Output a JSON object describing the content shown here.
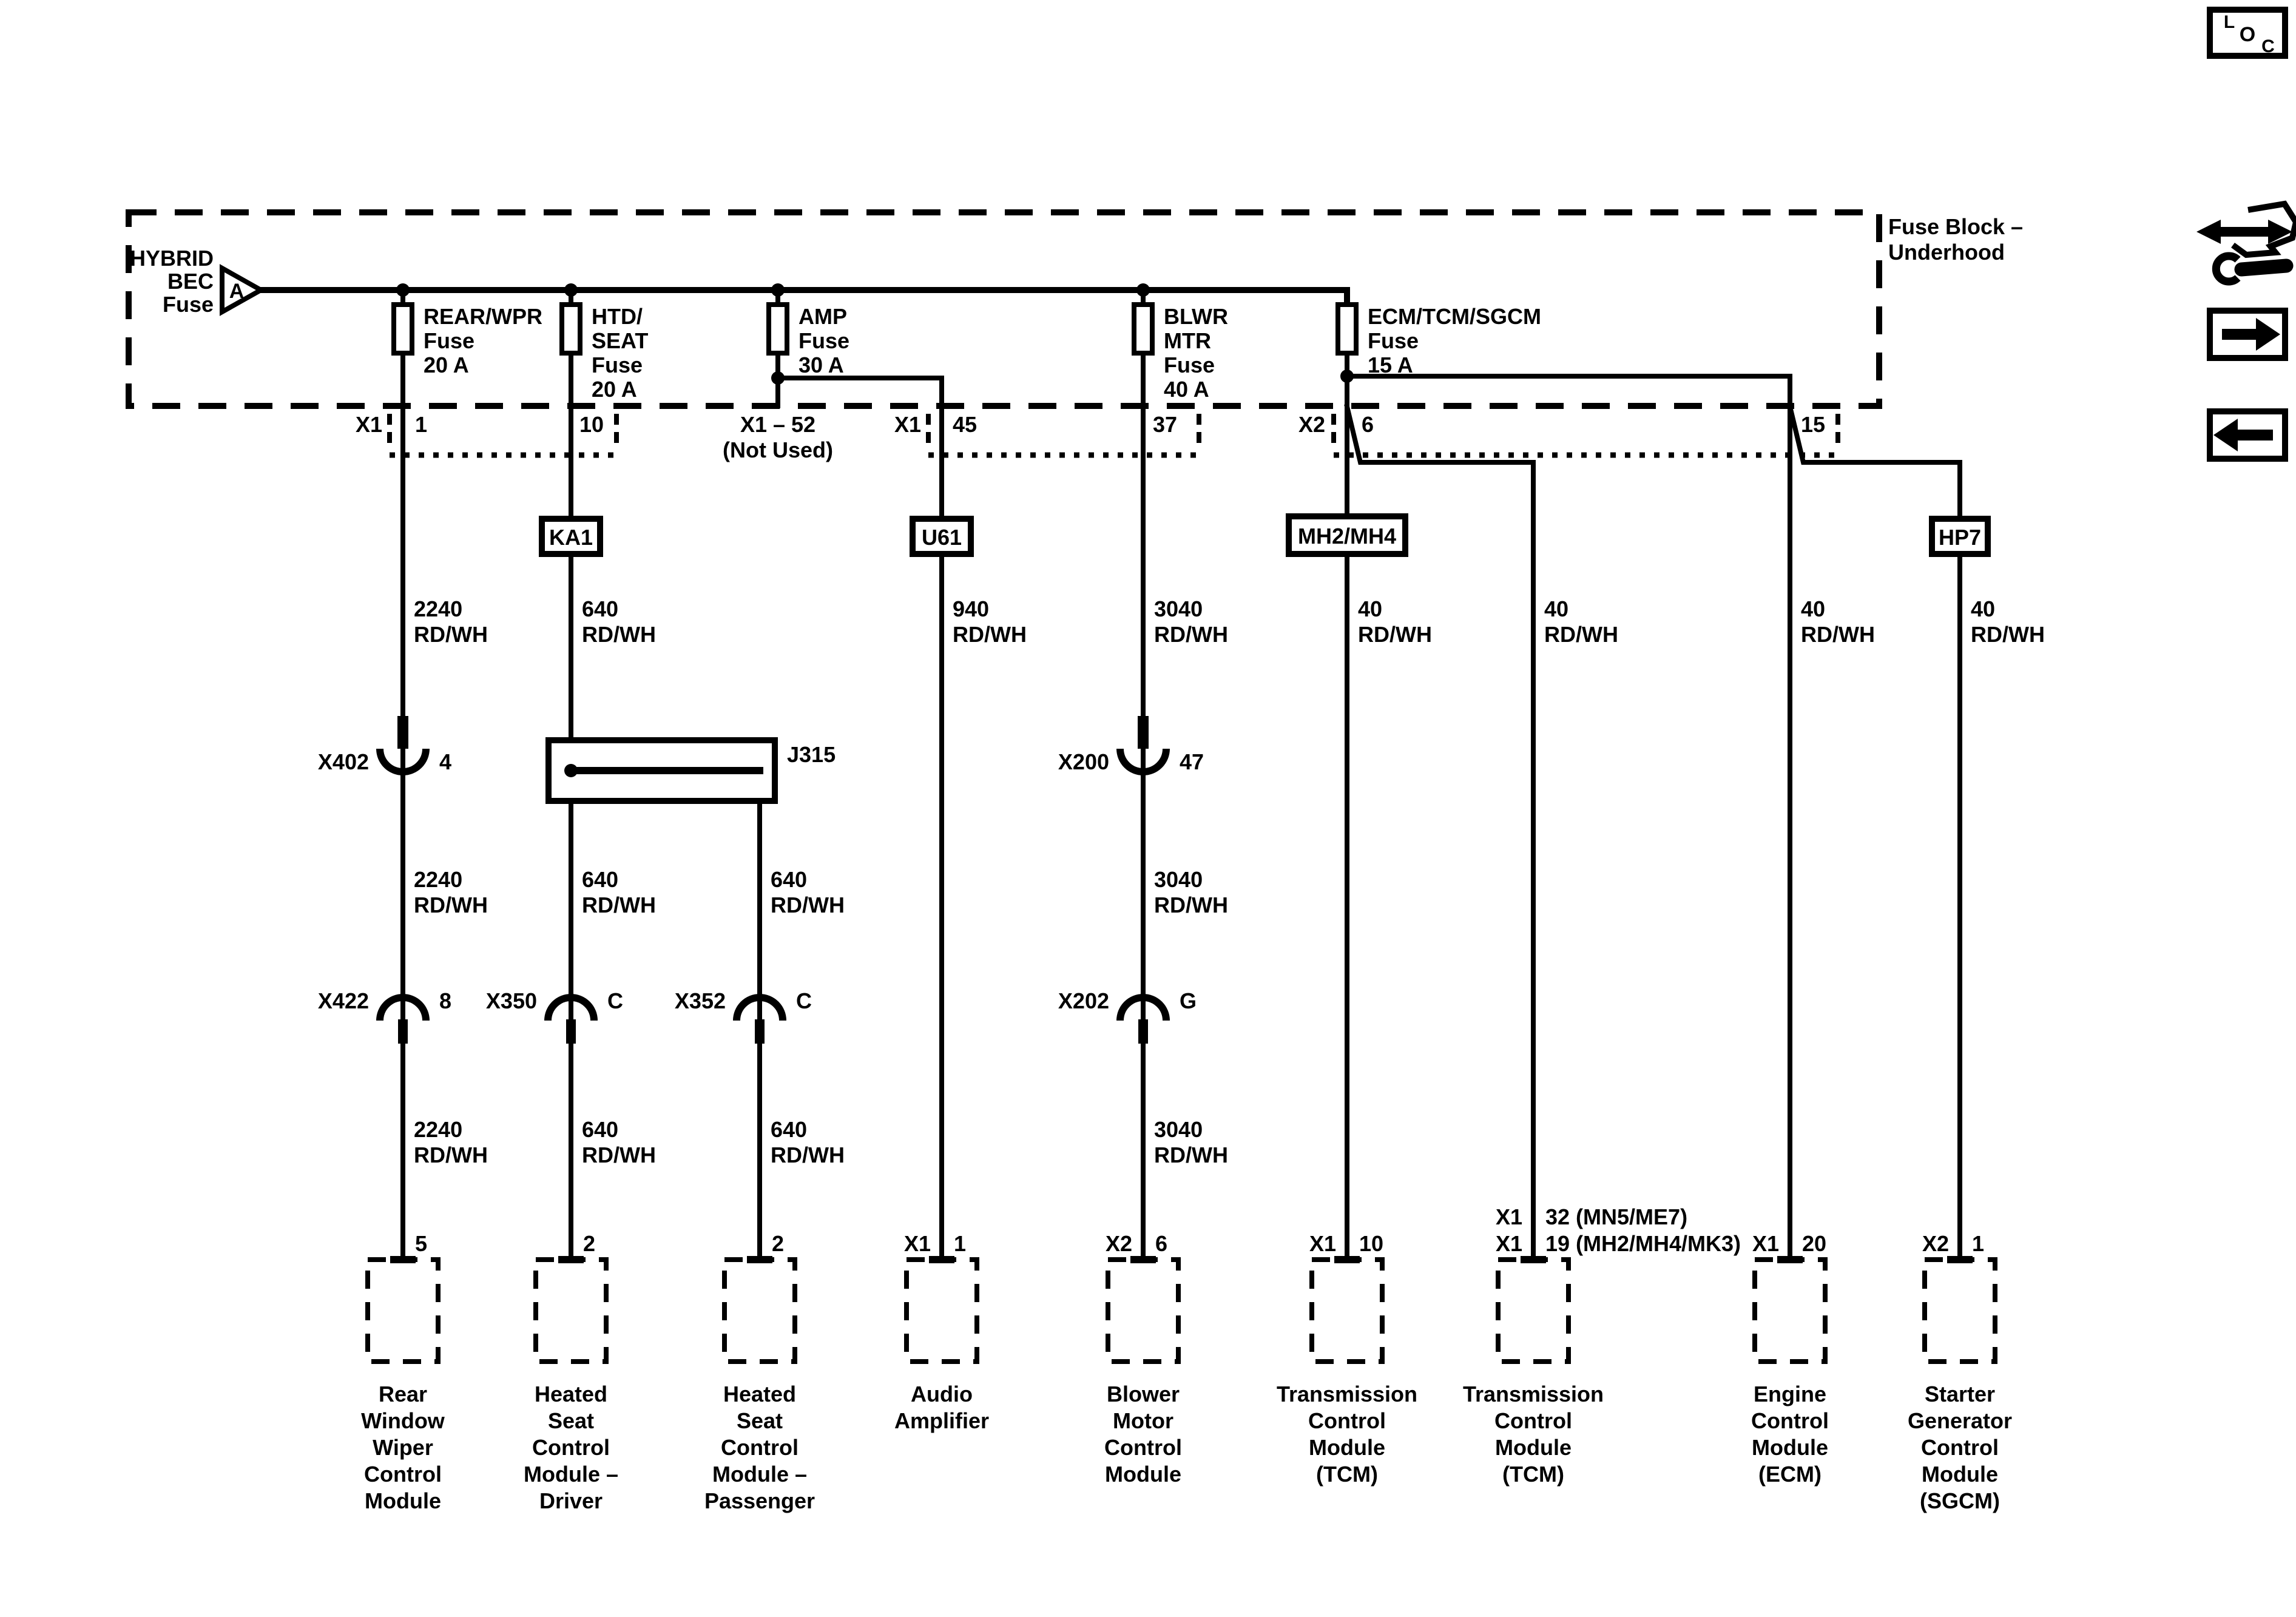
{
  "colors": {
    "ink": "#000000",
    "paper": "#ffffff"
  },
  "sidebar": {
    "loc_letters": [
      "L",
      "O",
      "C"
    ]
  },
  "fuse_block": {
    "title_lines": [
      "Fuse Block –",
      "Underhood"
    ],
    "feed": {
      "label_lines": [
        "HYBRID",
        "BEC",
        "Fuse"
      ],
      "triangle_letter": "A"
    },
    "fuses": [
      {
        "lines": [
          "REAR/WPR",
          "Fuse",
          "20 A"
        ]
      },
      {
        "lines": [
          "HTD/",
          "SEAT",
          "Fuse",
          "20 A"
        ]
      },
      {
        "lines": [
          "AMP",
          "Fuse",
          "30 A"
        ]
      },
      {
        "lines": [
          "BLWR",
          "MTR",
          "Fuse",
          "40 A"
        ]
      },
      {
        "lines": [
          "ECM/TCM/SGCM",
          "Fuse",
          "15 A"
        ]
      }
    ],
    "connectors": [
      {
        "name": "X1",
        "pin_left": "1",
        "pin_right": "10"
      },
      {
        "name": "X1",
        "pin_left": "45",
        "pin_right": "37"
      },
      {
        "name": "X2",
        "pin_left": "6",
        "pin_right": "15"
      }
    ],
    "not_used_lines": [
      "X1 – 52",
      "(Not Used)"
    ]
  },
  "splices": [
    {
      "id": "KA1"
    },
    {
      "id": "U61"
    },
    {
      "id": "MH2/MH4"
    },
    {
      "id": "HP7"
    }
  ],
  "junction": {
    "id": "J315"
  },
  "inline_connectors": [
    {
      "name": "X402",
      "pin": "4"
    },
    {
      "name": "X200",
      "pin": "47"
    },
    {
      "name": "X422",
      "pin": "8"
    },
    {
      "name": "X350",
      "pin": "C"
    },
    {
      "name": "X352",
      "pin": "C"
    },
    {
      "name": "X202",
      "pin": "G"
    }
  ],
  "circuits": {
    "rear_wiper": {
      "gauge": "2240",
      "color": "RD/WH"
    },
    "seat_driver": {
      "gauge": "640",
      "color": "RD/WH"
    },
    "seat_pass": {
      "gauge": "640",
      "color": "RD/WH"
    },
    "amp": {
      "gauge": "940",
      "color": "RD/WH"
    },
    "blower": {
      "gauge": "3040",
      "color": "RD/WH"
    },
    "tcm1": {
      "gauge": "40",
      "color": "RD/WH"
    },
    "tcm2": {
      "gauge": "40",
      "color": "RD/WH"
    },
    "ecm": {
      "gauge": "40",
      "color": "RD/WH"
    },
    "sgcm": {
      "gauge": "40",
      "color": "RD/WH"
    }
  },
  "modules": [
    {
      "pin": "5",
      "name_lines": [
        "Rear",
        "Window",
        "Wiper",
        "Control",
        "Module"
      ]
    },
    {
      "pin": "2",
      "name_lines": [
        "Heated",
        "Seat",
        "Control",
        "Module –",
        "Driver"
      ]
    },
    {
      "pin": "2",
      "name_lines": [
        "Heated",
        "Seat",
        "Control",
        "Module –",
        "Passenger"
      ]
    },
    {
      "conn": "X1",
      "pin": "1",
      "name_lines": [
        "Audio",
        "Amplifier"
      ]
    },
    {
      "conn": "X2",
      "pin": "6",
      "name_lines": [
        "Blower",
        "Motor",
        "Control",
        "Module"
      ]
    },
    {
      "conn": "X1",
      "pin": "10",
      "name_lines": [
        "Transmission",
        "Control",
        "Module",
        "(TCM)"
      ]
    },
    {
      "pin_rows": [
        {
          "conn": "X1",
          "pin": "32 (MN5/ME7)"
        },
        {
          "conn": "X1",
          "pin": "19 (MH2/MH4/MK3)"
        }
      ],
      "name_lines": [
        "Transmission",
        "Control",
        "Module",
        "(TCM)"
      ]
    },
    {
      "conn": "X1",
      "pin": "20",
      "name_lines": [
        "Engine",
        "Control",
        "Module",
        "(ECM)"
      ]
    },
    {
      "conn": "X2",
      "pin": "1",
      "name_lines": [
        "Starter",
        "Generator",
        "Control",
        "Module",
        "(SGCM)"
      ]
    }
  ]
}
